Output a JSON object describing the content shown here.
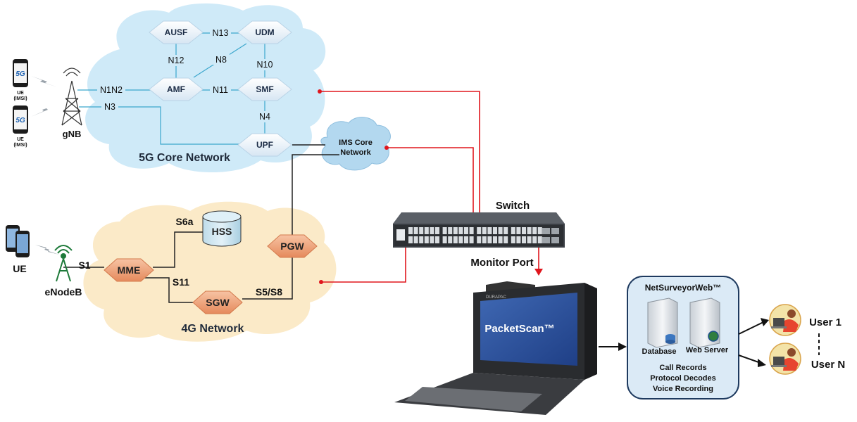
{
  "fiveg": {
    "title": "5G Core Network",
    "nodes": {
      "ausf": "AUSF",
      "udm": "UDM",
      "amf": "AMF",
      "smf": "SMF",
      "upf": "UPF"
    },
    "interfaces": {
      "n13": "N13",
      "n12": "N12",
      "n8": "N8",
      "n10": "N10",
      "n11": "N11",
      "n4": "N4",
      "n1n2": "N1N2",
      "n3": "N3"
    },
    "gnb": "gNB",
    "ue_label": "UE",
    "ue_imsi": "(IMSI)",
    "phone_badge": "5G"
  },
  "ims": {
    "line1": "IMS Core",
    "line2": "Network"
  },
  "fourg": {
    "title": "4G Network",
    "nodes": {
      "mme": "MME",
      "sgw": "SGW",
      "pgw": "PGW",
      "hss": "HSS"
    },
    "interfaces": {
      "s1": "S1",
      "s6a": "S6a",
      "s11": "S11",
      "s5s8": "S5/S8"
    },
    "enodeb": "eNodeB",
    "ue": "UE"
  },
  "switch": {
    "label": "Switch",
    "monitor_port": "Monitor Port"
  },
  "packetscan": {
    "brand": "PacketScan™",
    "maker": "DURAPAC"
  },
  "netsurveyor": {
    "title": "NetSurveyorWeb™",
    "database": "Database",
    "webserver": "Web Server",
    "features": [
      "Call Records",
      "Protocol Decodes",
      "Voice Recording"
    ]
  },
  "users": {
    "first": "User 1",
    "last": "User N"
  },
  "colors": {
    "tap_line": "#e0161d",
    "link_line": "#222222",
    "cloud5g": "#cde9f7",
    "cloud4g": "#fbeac6",
    "node4g": "#f0a47a"
  }
}
